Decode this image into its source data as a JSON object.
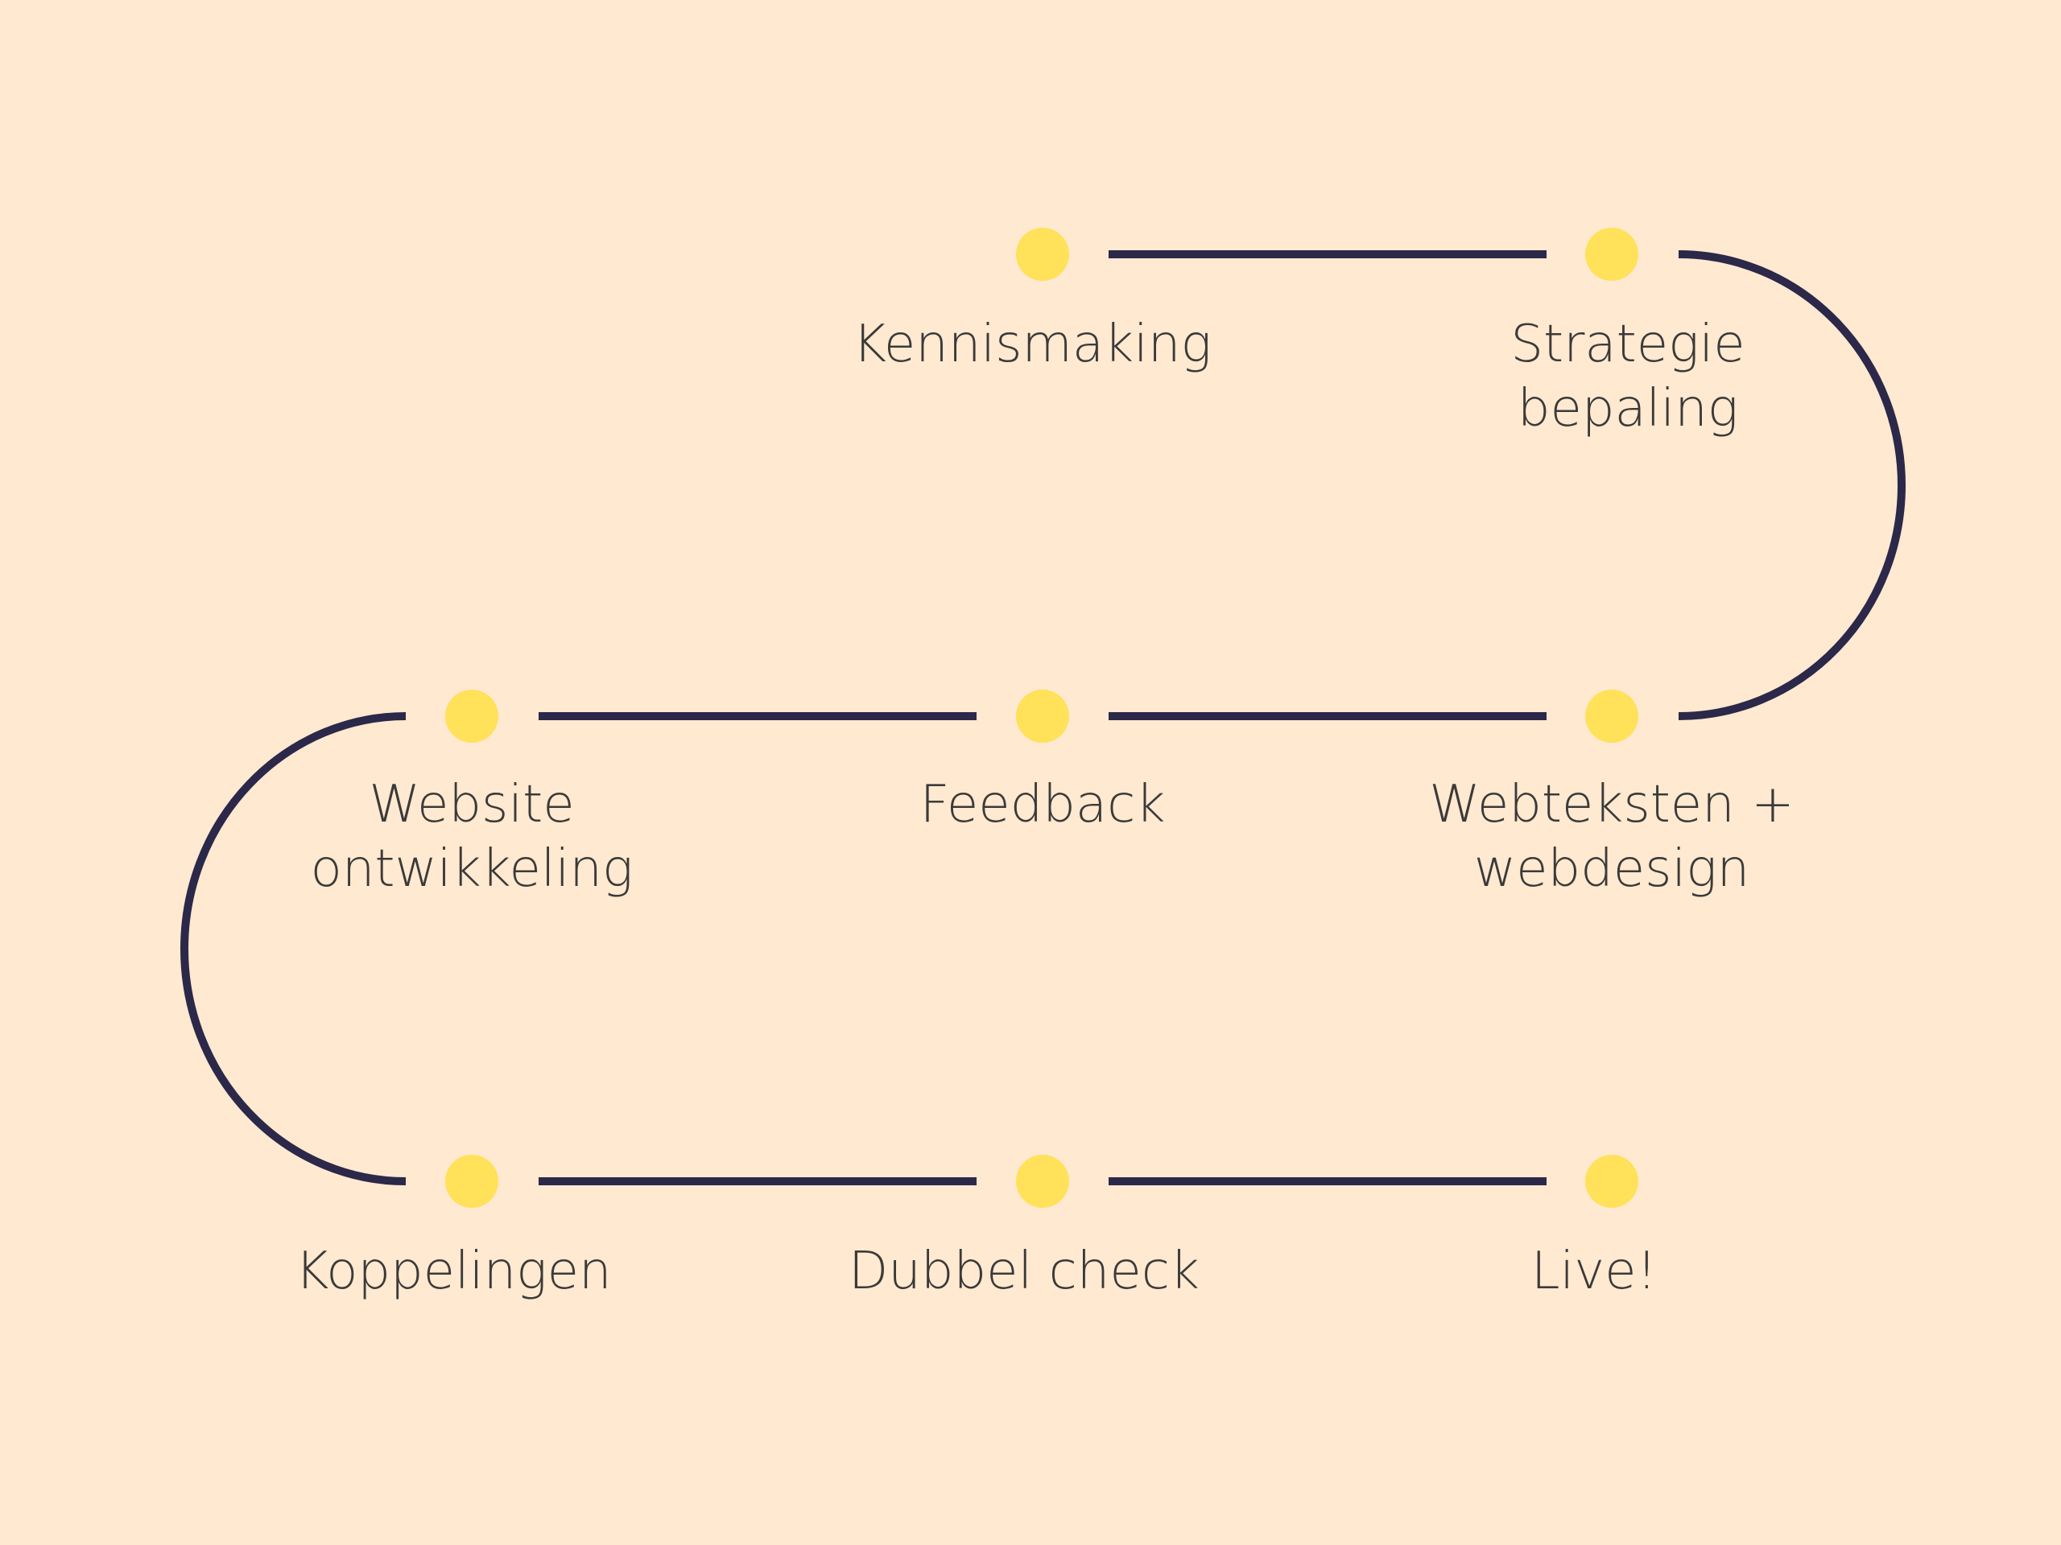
{
  "diagram": {
    "title": "Website process roadmap",
    "colors": {
      "background": "#FFE9D1",
      "path": "#2B2849",
      "dot": "#FFE15A",
      "text": "#3B3A38"
    },
    "steps": [
      {
        "order": 1,
        "label": "Kennismaking"
      },
      {
        "order": 2,
        "label": "Strategie\nbepaling"
      },
      {
        "order": 3,
        "label": "Webteksten +\nwebdesign"
      },
      {
        "order": 4,
        "label": "Feedback"
      },
      {
        "order": 5,
        "label": "Website\nontwikkeling"
      },
      {
        "order": 6,
        "label": "Koppelingen"
      },
      {
        "order": 7,
        "label": "Dubbel check"
      },
      {
        "order": 8,
        "label": "Live!"
      }
    ]
  }
}
